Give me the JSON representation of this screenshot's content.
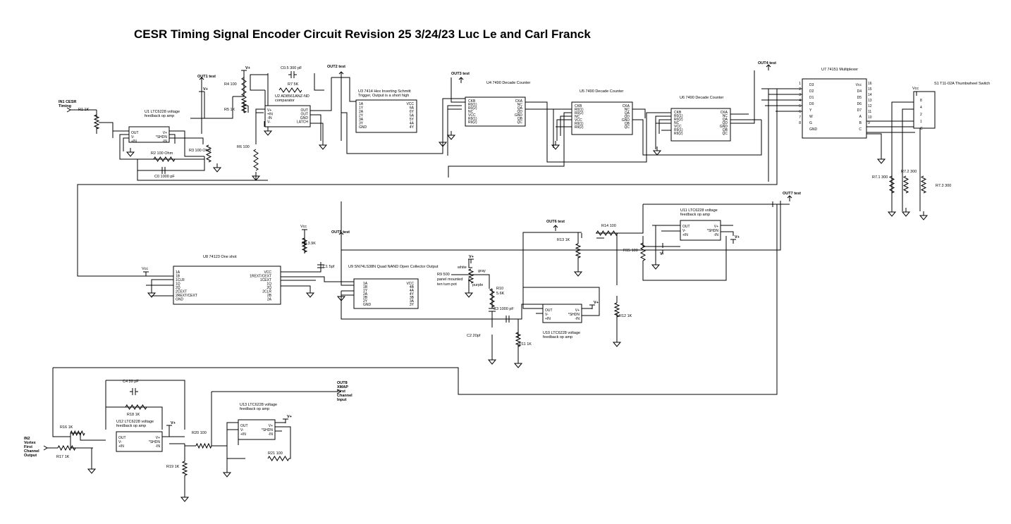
{
  "title": "CESR Timing Signal Encoder Circuit Revision 25 3/24/23 Luc Le and Carl Franck",
  "inputs": {
    "in1": [
      "IN1 CESR",
      "Timing"
    ],
    "in2": [
      "IN2",
      "Vortex",
      "First",
      "Channel",
      "Output"
    ]
  },
  "test_points": {
    "out1": "OUT1 test",
    "out2": "OUT2 test",
    "out3": "OUT3 test",
    "out4": "OUT4 test",
    "out5": "OUT5 test",
    "out6": "OUT6 test",
    "out7": "OUT7 test",
    "out8": [
      "OUT8",
      "XMAP",
      "First",
      "Channel",
      "Input"
    ]
  },
  "rails": {
    "vplus": "V+",
    "vminus": "V-",
    "vcc": "Vcc"
  },
  "components": {
    "u1": [
      "U1 LTC6228 voltage",
      "feedback op amp"
    ],
    "u2": [
      "U2 AD8561ANZ-ND",
      "comparator"
    ],
    "u3": [
      "U3 7414 Hex Inverting Schmitt",
      "Trigger, Output is a short high"
    ],
    "u4": "U4 7490 Decade Counter",
    "u5": "U5 7490 Decade Counter",
    "u6": "U6 7490 Decade Counter",
    "u7": "U7 74151 Multiplexer",
    "s1": "S1 T11-02A Thumbwheel Switch",
    "u8": "U8 74123 One shot",
    "u9": "U9 SN74LS38N Quad NAND Open Collector Output",
    "u10": [
      "U10 LTC6228 voltage",
      "feedback op amp"
    ],
    "u11": [
      "U11 LTC6228 voltage",
      "feedback op amp"
    ],
    "u12": [
      "U12 LTC6228 voltage",
      "feedback op amp"
    ],
    "u13": [
      "U13 LTC6228 voltage",
      "feedback op amp"
    ],
    "r1": "R1 1K",
    "r2": "R2 100 Ohm",
    "r3": "R3 100 Ohm",
    "r4": "R4 100",
    "r5": "R5 1K",
    "r6": "R6 100",
    "r7": "R7 5K",
    "r8": "R8 3.9K",
    "r9": [
      "R9 500",
      "panel mounted",
      "ten turn pot"
    ],
    "r10": [
      "R10",
      "5.6K"
    ],
    "r11": "R11 1K",
    "r12": "R12 1K",
    "r13": "R13 1K",
    "r14": "R14 100",
    "r15": "R15 100",
    "r16": "R16 1K",
    "r17": "R17 1K",
    "r18": "R18 1K",
    "r19": "R19 1K",
    "r20": "R20 100",
    "r21": "R21 100",
    "r71": "R7.1 300",
    "r72": "R7.2 300",
    "r73": "R7.3 300",
    "c0": "C0 1000 pF",
    "c1": "C1 5pf",
    "c2": "C2 20pf",
    "c3": "C3 1000 pF",
    "c4": "C4 39 pF",
    "c5": "C0.5 300 pF",
    "pot_colors": {
      "white": "white",
      "gray": "gray",
      "purple": "purple"
    }
  },
  "pins": {
    "opamp": {
      "left": [
        "OUT",
        "V-",
        "+IN"
      ],
      "right": [
        "V+",
        "*SHDN",
        "-IN"
      ]
    },
    "u2": {
      "left": [
        "V+",
        "+IN",
        "-IN",
        "V-"
      ],
      "right": [
        "OUT",
        "OUT",
        "GND",
        "LATCH"
      ]
    },
    "u3": {
      "left": [
        "1A",
        "1Y",
        "2A",
        "2Y",
        "3A",
        "3Y",
        "GND"
      ],
      "right": [
        "VCC",
        "6A",
        "6Y",
        "5A",
        "5Y",
        "4A",
        "4Y"
      ]
    },
    "counter": {
      "left": [
        "CKB",
        "R0(1)",
        "R0(2)",
        "NC",
        "VCC",
        "R9(1)",
        "R9(2)"
      ],
      "right": [
        "CKA",
        "NC",
        "QA",
        "QD",
        "GND",
        "QB",
        "QC"
      ]
    },
    "u7": {
      "left": [
        "D3",
        "D2",
        "D1",
        "D0",
        "Y",
        "W",
        "G",
        "GND"
      ],
      "right": [
        "Vcc",
        "D4",
        "D5",
        "D6",
        "D7",
        "A",
        "B",
        "C"
      ]
    },
    "u7_left_nums": [
      "1",
      "2",
      "3",
      "4",
      "5",
      "6",
      "7",
      "8"
    ],
    "u7_right_nums": [
      "16",
      "15",
      "14",
      "13",
      "12",
      "11",
      "10",
      "9"
    ],
    "s1": [
      "8",
      "4",
      "2",
      "1",
      "C"
    ],
    "u8": {
      "left": [
        "1A",
        "1B",
        "1CLR",
        "1Q",
        "2Q",
        "2CEXT",
        "2REXT/CEXT",
        "GND"
      ],
      "right": [
        "VCC",
        "1REXT/CEXT",
        "1CEXT",
        "1Q",
        "2Q",
        "2CLR",
        "2B",
        "2A"
      ]
    },
    "u9": {
      "left": [
        "1A",
        "1B",
        "1Y",
        "2A",
        "2B",
        "2Y",
        "GND"
      ],
      "right": [
        "VCC",
        "4B",
        "4A",
        "4Y",
        "3B",
        "3A",
        "3Y"
      ]
    }
  }
}
